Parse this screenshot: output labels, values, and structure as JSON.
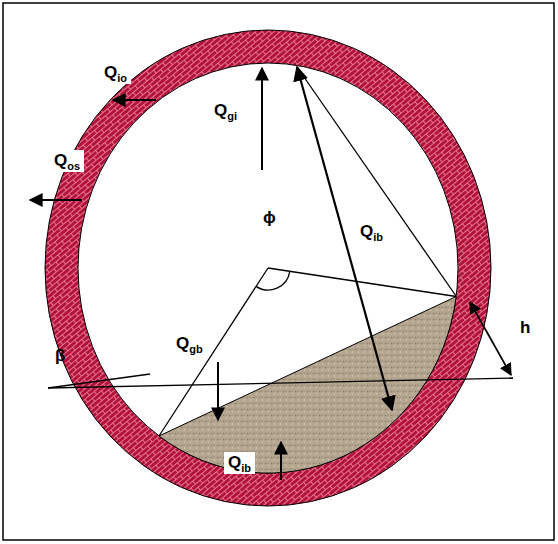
{
  "diagram": {
    "labels": [
      "Qio",
      "Qgi",
      "Qos",
      "ϕ",
      "Qib",
      "Qgb",
      "h",
      "β",
      "Qib"
    ]
  }
}
